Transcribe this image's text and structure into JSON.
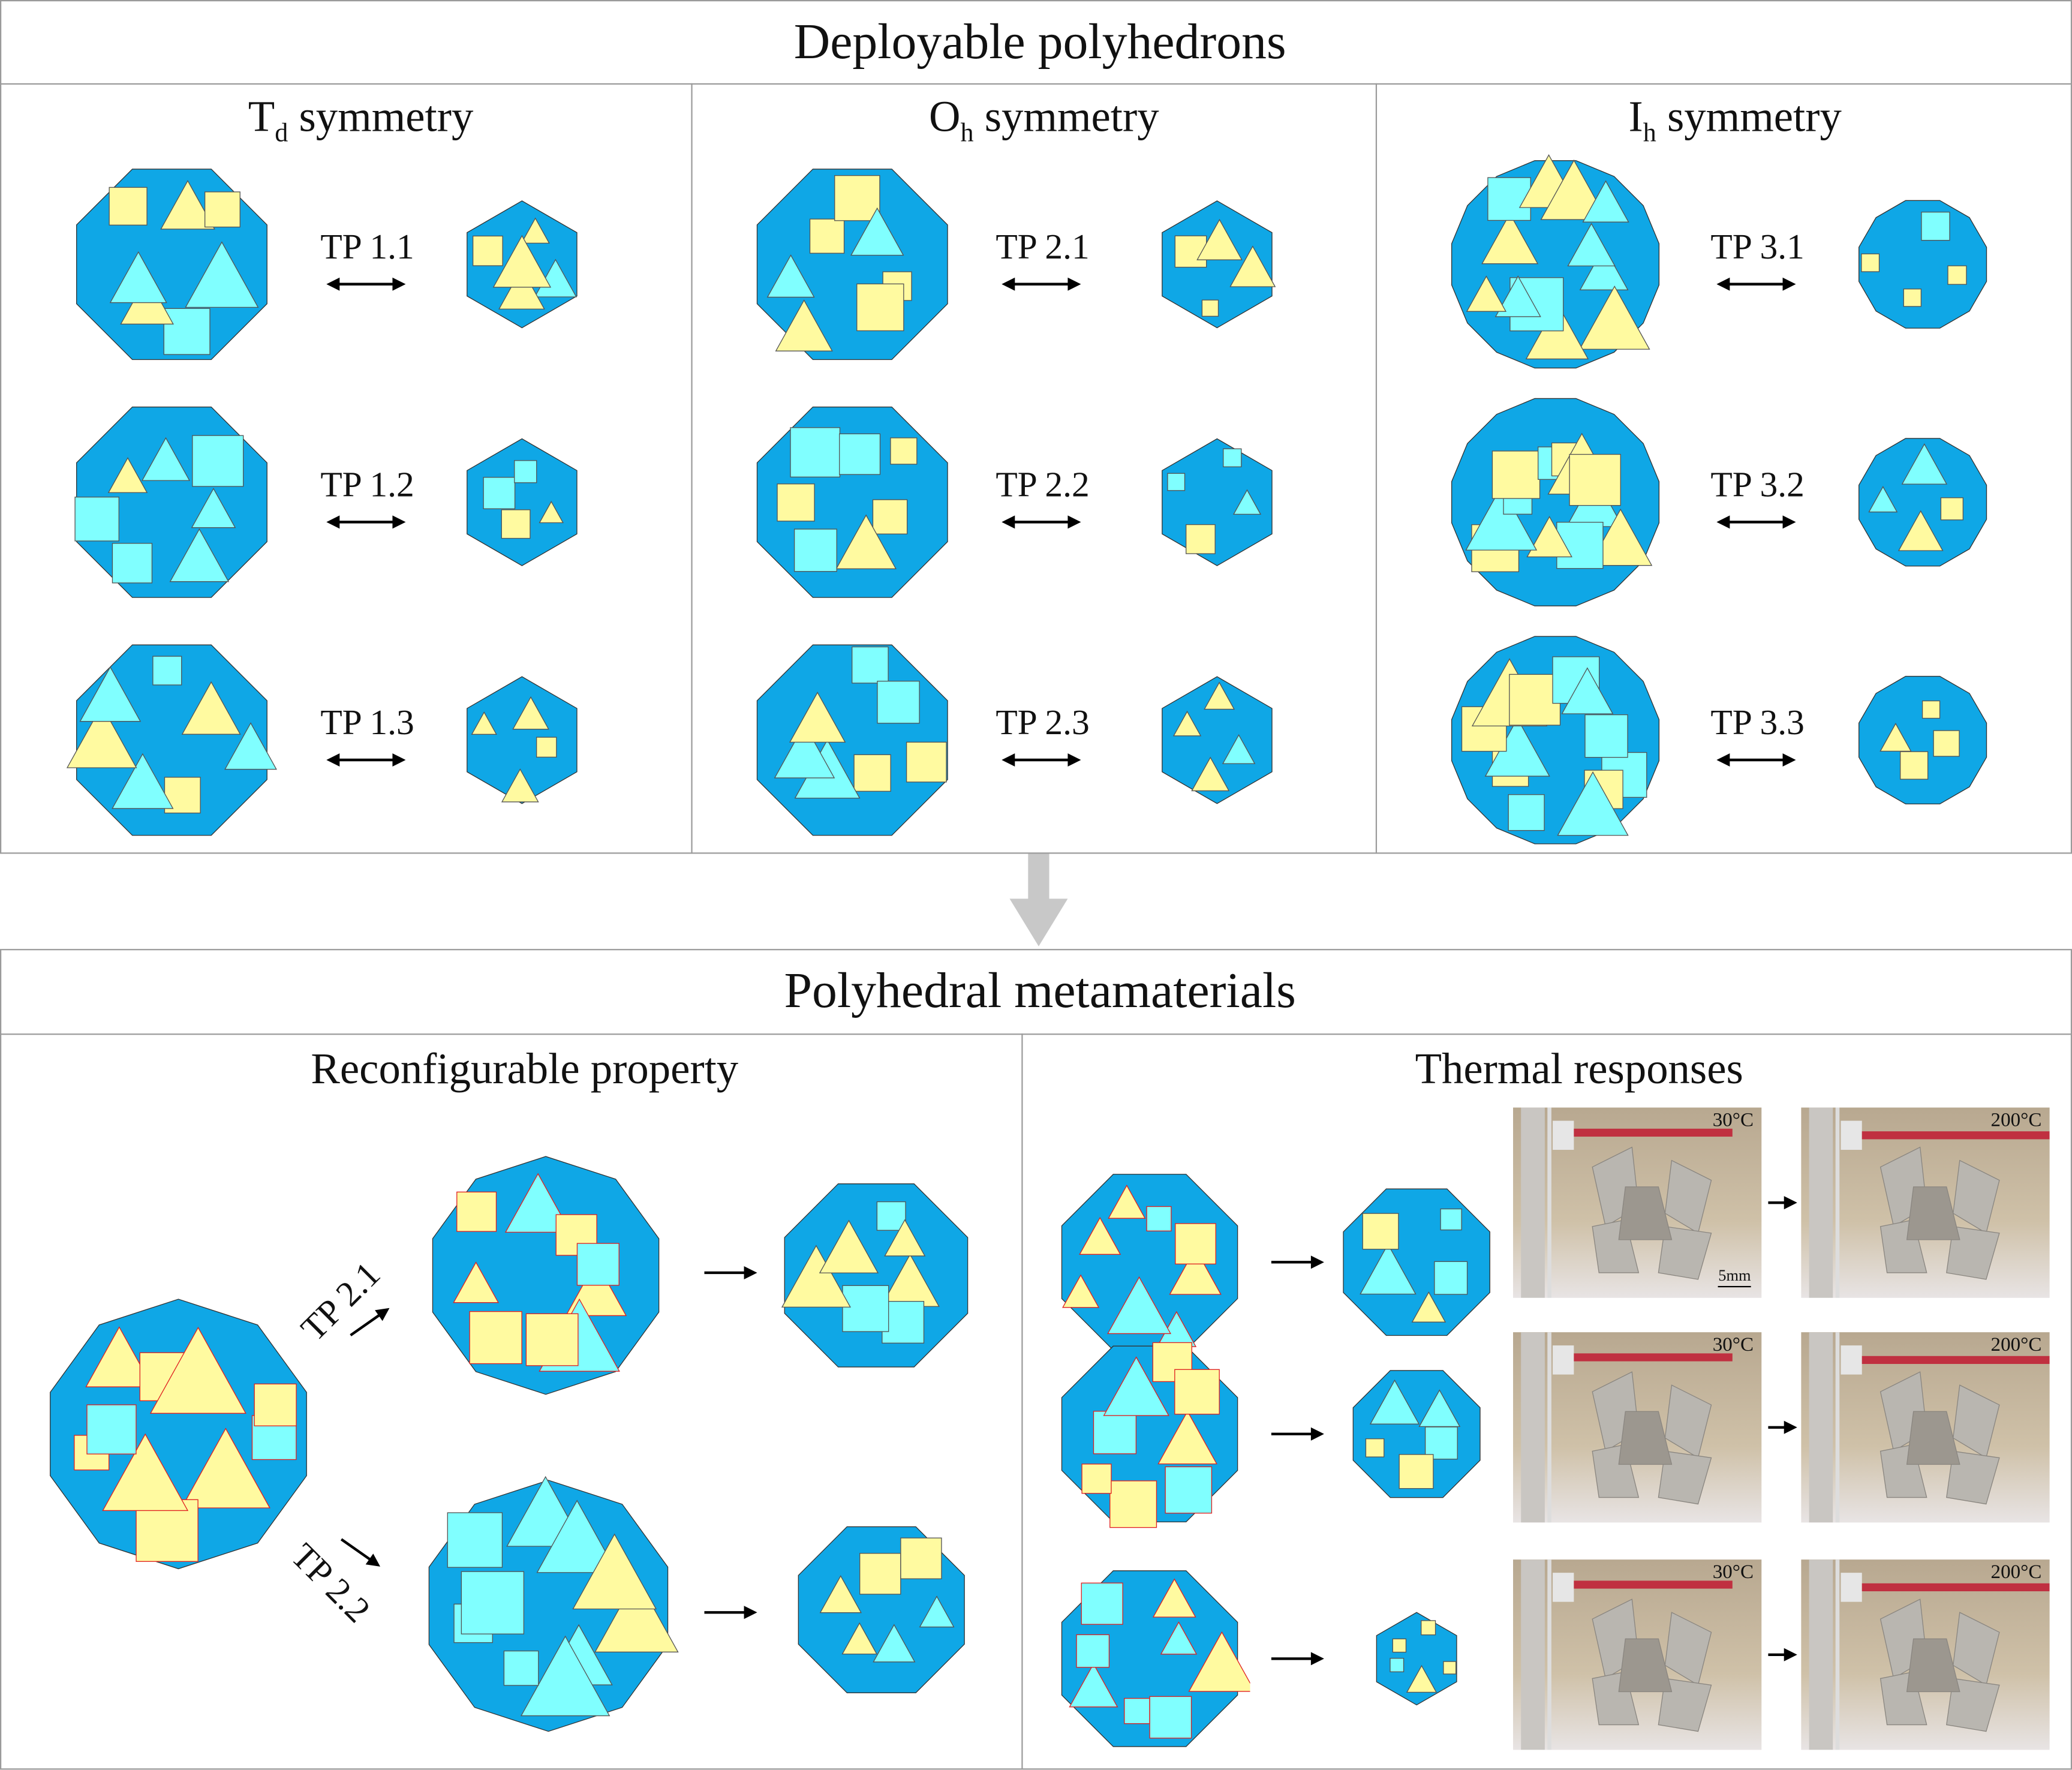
{
  "colors": {
    "blue": "#0fa7e6",
    "cyan": "#80ffff",
    "yellow": "#fffaa0",
    "red": "#e02020",
    "gray_arrow": "#c8c8c8"
  },
  "top": {
    "title": "Deployable polyhedrons",
    "columns": [
      {
        "sym_main": "T",
        "sym_sub": "d",
        "sym_rest": " symmetry",
        "rows": [
          "TP 1.1",
          "TP 1.2",
          "TP 1.3"
        ]
      },
      {
        "sym_main": "O",
        "sym_sub": "h",
        "sym_rest": " symmetry",
        "rows": [
          "TP 2.1",
          "TP 2.2",
          "TP 2.3"
        ]
      },
      {
        "sym_main": "I",
        "sym_sub": "h",
        "sym_rest": " symmetry",
        "rows": [
          "TP 3.1",
          "TP 3.2",
          "TP 3.3"
        ]
      }
    ]
  },
  "bottom": {
    "title": "Polyhedral metamaterials",
    "left": {
      "title": "Reconfigurable property",
      "branch_top": "TP 2.1",
      "branch_bottom": "TP 2.2"
    },
    "right": {
      "title": "Thermal responses",
      "rows": [
        {
          "before": "30°C",
          "after": "200°C",
          "scale": "5mm"
        },
        {
          "before": "30°C",
          "after": "200°C"
        },
        {
          "before": "30°C",
          "after": "200°C"
        }
      ]
    }
  }
}
